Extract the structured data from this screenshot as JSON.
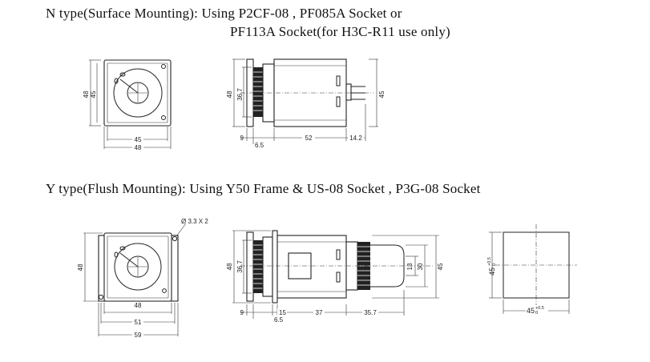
{
  "headings": {
    "n_line1": "N type(Surface Mounting): Using P2CF-08 , PF085A Socket or",
    "n_line2": "PF113A Socket(for H3C-R11 use only)",
    "y_line": "Y type(Flush Mounting): Using Y50 Frame & US-08 Socket , P3G-08 Socket"
  },
  "n_type": {
    "front": {
      "height_outer": "48",
      "height_inner": "45",
      "width_inner": "45",
      "width_outer": "48"
    },
    "side": {
      "height_knob": "36.7",
      "height_total": "45",
      "len_9": "9",
      "len_6_5": "6.5",
      "len_52": "52",
      "len_14_2": "14.2"
    }
  },
  "y_type": {
    "front": {
      "hole_note": "Ø 3.3 X 2",
      "height": "48",
      "w_48": "48",
      "w_51": "51",
      "w_59": "59"
    },
    "side": {
      "height_48": "48",
      "height_knob": "36.7",
      "h_13": "13",
      "h_30": "30",
      "h_45": "45",
      "len_9": "9",
      "len_15": "15",
      "len_6_5": "6.5",
      "len_37": "37",
      "len_35_7": "35.7"
    },
    "cutout": {
      "height": "45",
      "height_tol": "+0.5",
      "height_tol2": "0",
      "width": "45",
      "width_tol": "+0.5",
      "width_tol2": "0"
    }
  }
}
